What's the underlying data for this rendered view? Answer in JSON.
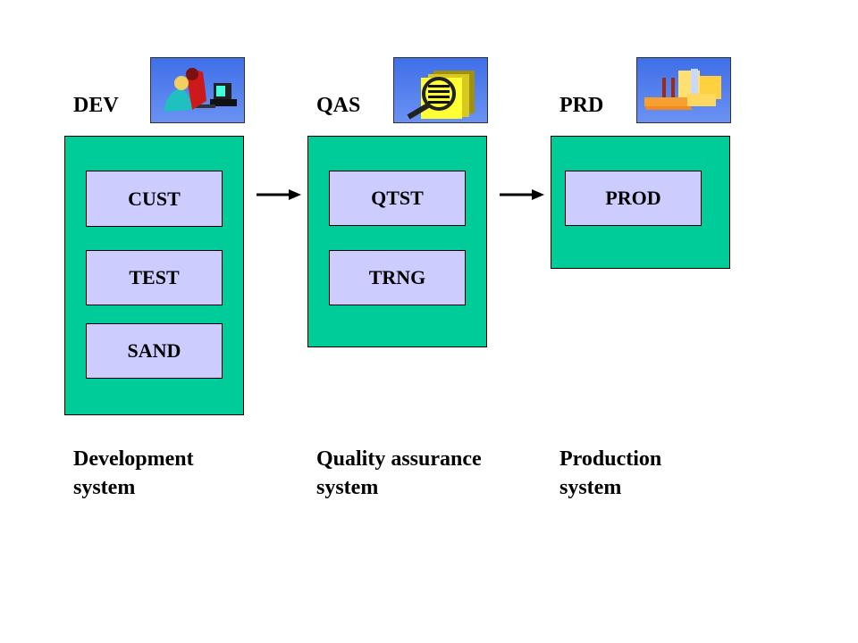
{
  "colors": {
    "system_box": "#00cc99",
    "client_box": "#ccccff",
    "border": "#000000",
    "icon_bg": "#4f7ff0"
  },
  "systems": [
    {
      "id": "DEV",
      "label": "DEV",
      "icon": "people-at-computer-icon",
      "clients": [
        "CUST",
        "TEST",
        "SAND"
      ],
      "caption_line1": "Development",
      "caption_line2": "system"
    },
    {
      "id": "QAS",
      "label": "QAS",
      "icon": "magnifier-on-documents-icon",
      "clients": [
        "QTST",
        "TRNG"
      ],
      "caption_line1": "Quality assurance",
      "caption_line2": "system"
    },
    {
      "id": "PRD",
      "label": "PRD",
      "icon": "factory-icon",
      "clients": [
        "PROD"
      ],
      "caption_line1": "Production",
      "caption_line2": "system"
    }
  ],
  "transports": [
    {
      "from": "DEV",
      "to": "QAS",
      "icon": "arrow-right-icon"
    },
    {
      "from": "QAS",
      "to": "PRD",
      "icon": "arrow-right-icon"
    }
  ]
}
